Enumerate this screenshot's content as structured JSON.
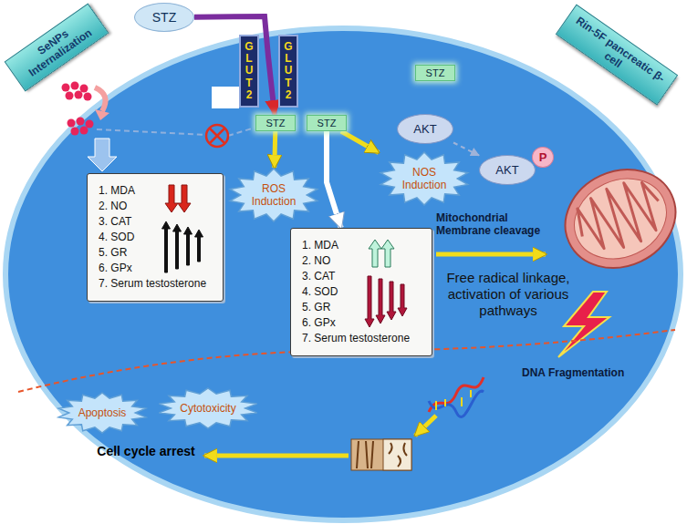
{
  "diagram": {
    "nodes": [
      {
        "text": [
          "SeNPs Internalization"
        ]
      },
      {
        "text": [
          "STZ"
        ]
      },
      {
        "text": [
          "GLUT2"
        ]
      },
      {
        "text": [
          "GLUT2"
        ]
      },
      {
        "text": [
          "Rin-5F pancreatic β-cell"
        ]
      },
      {
        "text": [
          "STZ"
        ]
      },
      {
        "text": [
          "STZ"
        ]
      },
      {
        "text": [
          "STZ"
        ]
      },
      {
        "text": [
          "AKT"
        ]
      },
      {
        "text": [
          "AKT"
        ]
      },
      {
        "text": [
          "P"
        ]
      },
      {
        "text": [
          "ROS Induction"
        ]
      },
      {
        "text": [
          "NOS Induction"
        ]
      },
      {
        "text": [
          "1. MDA",
          "2. NO",
          "3. CAT",
          "4. SOD",
          "5. GR",
          "6. GPx",
          "7. Serum testosterone"
        ]
      },
      {
        "text": [
          "1. MDA",
          "2. NO",
          "3. CAT",
          "4. SOD",
          "5. GR",
          "6. GPx",
          "7. Serum testosterone"
        ]
      },
      {
        "text": [
          "Apoptosis"
        ]
      },
      {
        "text": [
          "Cytotoxicity"
        ]
      }
    ],
    "edges": [
      {
        "from": 1,
        "to": 6,
        "arrow": "to"
      },
      {
        "from": 6,
        "to": 11,
        "arrow": "to"
      },
      {
        "from": 7,
        "to": 12,
        "arrow": "to"
      },
      {
        "from": 7,
        "to": 14,
        "arrow": "to"
      },
      {
        "from": 8,
        "to": 9,
        "arrow": "to"
      }
    ],
    "labels": [
      "Mitochondrial Membrane cleavage",
      "Free radical linkage, activation of various pathways",
      "DNA Fragmentation",
      "Cell cycle arrest"
    ]
  }
}
